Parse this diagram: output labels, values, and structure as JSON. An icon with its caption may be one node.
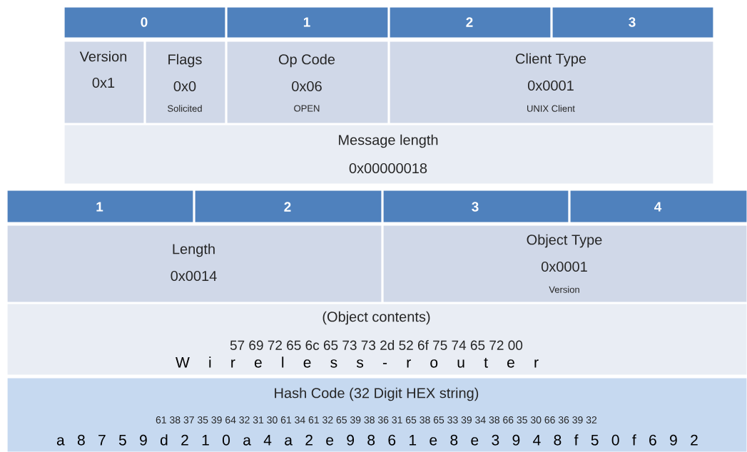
{
  "diagram": {
    "nodes": [
      {
        "text": [
          "0"
        ]
      },
      {
        "text": [
          "1"
        ]
      },
      {
        "text": [
          "2"
        ]
      },
      {
        "text": [
          "3"
        ]
      },
      {
        "text": [
          "Version",
          "0x1"
        ]
      },
      {
        "text": [
          "Flags",
          "0x0",
          "Solicited"
        ]
      },
      {
        "text": [
          "Op Code",
          "0x06",
          "OPEN"
        ]
      },
      {
        "text": [
          "Client Type",
          "0x0001",
          "UNIX Client"
        ]
      },
      {
        "text": [
          "Message length",
          "0x00000018"
        ]
      },
      {
        "text": [
          "1"
        ]
      },
      {
        "text": [
          "2"
        ]
      },
      {
        "text": [
          "3"
        ]
      },
      {
        "text": [
          "4"
        ]
      },
      {
        "text": [
          "Length",
          "0x0014"
        ]
      },
      {
        "text": [
          "Object Type",
          "0x0001",
          "Version"
        ]
      },
      {
        "text": [
          "(Object contents)",
          "57 69 72 65 6c 65 73 73 2d 52 6f 75 74 65 72 00",
          "W i r e l e s s - r o u t e r"
        ]
      },
      {
        "text": [
          "Hash Code (32 Digit HEX string)",
          "61 38 37 35 39 64 32 31 30 61 34 61 32 65 39 38 36 31 65 38 65 33 39 34 38 66 35 30 66 36 39 32",
          "a 8 7 5 9 d 2 1 0 a 4 a 2 e 9 8 6 1 e 8 e 3 9 4 8 f 5 0 f 6 9 2"
        ]
      }
    ]
  }
}
